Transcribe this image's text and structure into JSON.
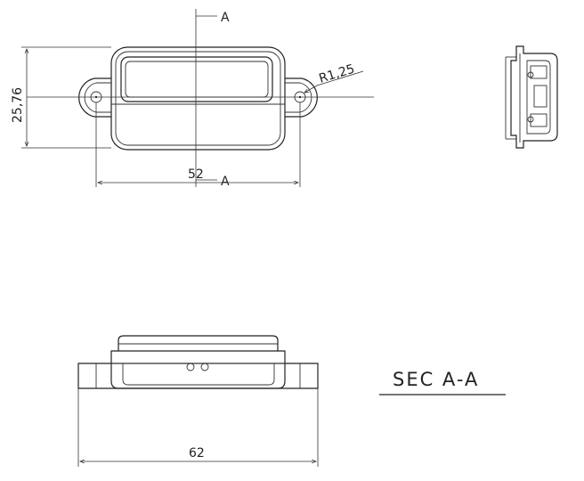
{
  "labels": {
    "section_mark_top": "A",
    "section_mark_bottom": "A",
    "dim_height": "25,76",
    "dim_width": "52",
    "dim_radius": "R1,25",
    "dim_overall_width": "62",
    "section_title": "SEC A-A"
  }
}
